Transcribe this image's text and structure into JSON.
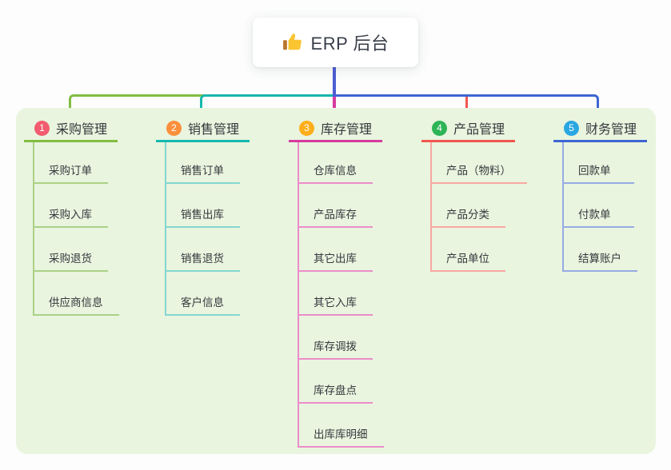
{
  "root": {
    "title": "ERP 后台",
    "icon": "thumbs-up-icon"
  },
  "branches": [
    {
      "index": "1",
      "label": "采购管理",
      "badge_color": "#f25c6e",
      "line_color": "#82bd40",
      "children": [
        "采购订单",
        "采购入库",
        "采购退货",
        "供应商信息"
      ]
    },
    {
      "index": "2",
      "label": "销售管理",
      "badge_color": "#fb8f3c",
      "line_color": "#16b8ae",
      "children": [
        "销售订单",
        "销售出库",
        "销售退货",
        "客户信息"
      ]
    },
    {
      "index": "3",
      "label": "库存管理",
      "badge_color": "#ffae1b",
      "line_color": "#d63b9f",
      "children": [
        "仓库信息",
        "产品库存",
        "其它出库",
        "其它入库",
        "库存调拨",
        "库存盘点",
        "出库库明细"
      ]
    },
    {
      "index": "4",
      "label": "产品管理",
      "badge_color": "#2db456",
      "line_color": "#f2564f",
      "children": [
        "产品（物料）",
        "产品分类",
        "产品单位"
      ]
    },
    {
      "index": "5",
      "label": "财务管理",
      "badge_color": "#29a7e2",
      "line_color": "#3e66d2",
      "children": [
        "回款单",
        "付款单",
        "结算账户"
      ]
    }
  ],
  "colors": {
    "root_connector": "#4c5ed2",
    "panel_background": "#e9f5df",
    "page_background": "#fcfdfc"
  }
}
